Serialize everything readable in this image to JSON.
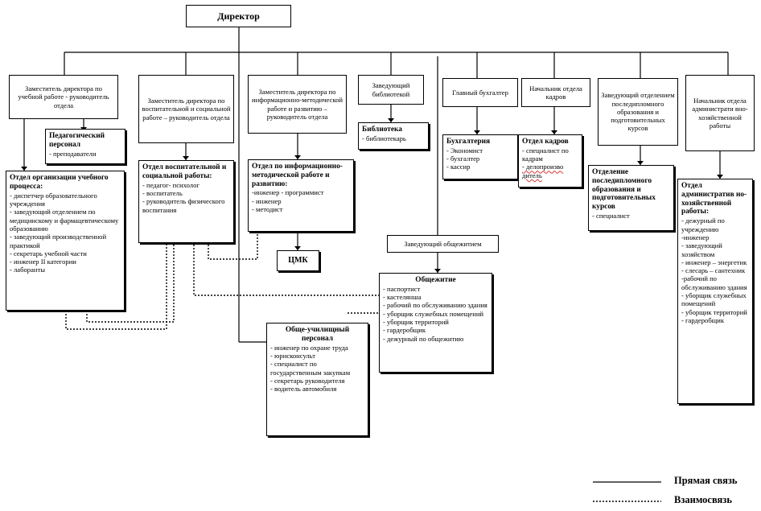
{
  "director": "Директор",
  "deputies": {
    "academic": "Заместитель директора по учебной работе - руководитель отдела",
    "educational": "Заместитель директора по воспитательной и социальной работе – руководитель отдела",
    "methodical": "Заместитель директора по информационно-методической работе и развитию – руководитель отдела",
    "library_head": "Заведующий библиотекой",
    "chief_accountant": "Главный бухгалтер",
    "hr_head": "Начальник отдела кадров",
    "postgrad_head": "Заведующий отделением последипломного образования и подготовительных курсов",
    "admin_head": "Начальник отдела администрати вно-хозяйственной работы",
    "dorm_head": "Заведующий общежитием"
  },
  "ped_staff": {
    "title": "Педагогический персонал",
    "items": [
      "- преподаватели"
    ]
  },
  "edu_process": {
    "title": "Отдел организации учебного процесса:",
    "items": [
      "- диспетчер образовательного учреждения",
      "- заведующий отделением по медицинскому и фармацевтическому образованию",
      "- заведующий производственной практикой",
      "- секретарь учебной части",
      "- инженер II категории",
      "- лаборанты"
    ]
  },
  "social_dept": {
    "title": "Отдел воспитательной и социальной работы:",
    "items": [
      "- педагог- психолог",
      "- воспитатель",
      "- руководитель физического воспитания"
    ]
  },
  "method_dept": {
    "title": "Отдел по информационно-методической работе и развитию:",
    "items": [
      "-инженер - программист",
      "- инженер",
      "- методист"
    ]
  },
  "cmk": "ЦМК",
  "library": {
    "title": "Библиотека",
    "items": [
      "- библиотекарь"
    ]
  },
  "accounting": {
    "title": "Бухгалтерия",
    "items": [
      "- Экономист",
      "- бухгалтер",
      "- кассир"
    ]
  },
  "hr_dept": {
    "title": "Отдел кадров",
    "items": [
      "- специалист по кадрам",
      "- делопроизво дитель"
    ]
  },
  "postgrad_dept": {
    "title": "Отделение последипломного образования и подготовительных курсов",
    "items": [
      "- специалист"
    ]
  },
  "admin_dept": {
    "title": "Отдел административ но-хозяйственной работы:",
    "items": [
      "- дежурный по учреждению",
      "-инженер",
      "- заведующий хозяйством",
      "- инженер – энергетик",
      "- слесарь – сантехник",
      "-рабочий по обслуживанию здания",
      "- уборщик служебных помещений",
      "- уборщик территорий",
      "- гардеробщик"
    ]
  },
  "dormitory": {
    "title": "Общежитие",
    "items": [
      "- паспортист",
      "- кастелянша",
      "- рабочий по обслуживанию здания",
      "- уборщик служебных помещений",
      "- уборщик территорий",
      "- гардеробщик",
      "- дежурный по общежитию"
    ]
  },
  "general_staff": {
    "title": "Обще-училищный персонал",
    "items": [
      "- инженер по охране труда",
      "- юрисконсульт",
      "- специалист по государственным закупкам",
      "- секретарь руководителя",
      "- водитель автомобиля"
    ]
  },
  "legend": {
    "direct": "Прямая связь",
    "mutual": "Взаимосвязь"
  }
}
